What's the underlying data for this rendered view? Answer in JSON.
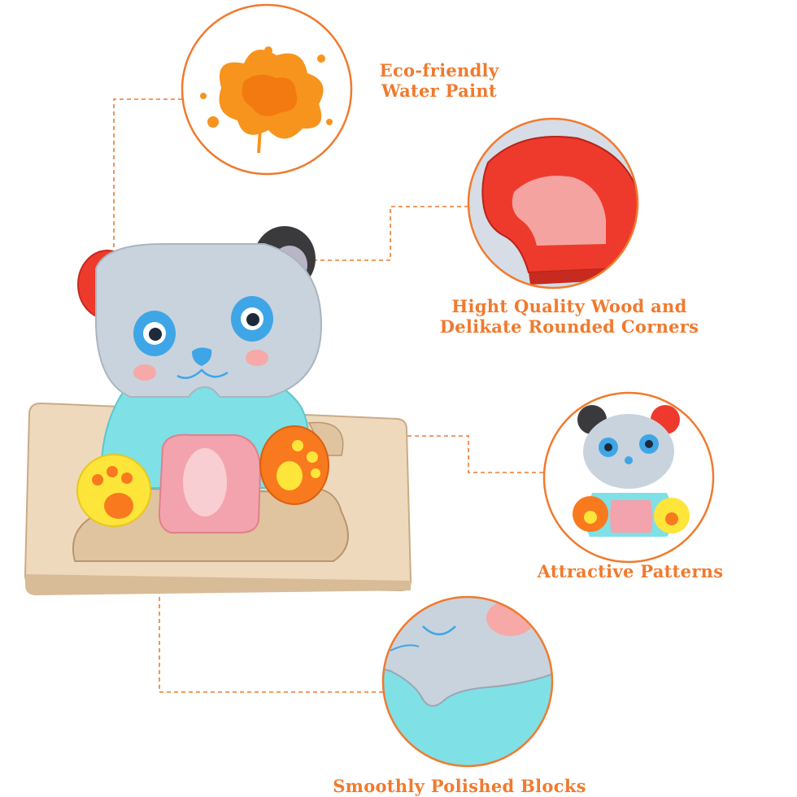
{
  "features": [
    {
      "id": "paint",
      "lines": [
        "Eco-friendly",
        "Water Paint"
      ]
    },
    {
      "id": "wood",
      "lines": [
        "Hight Quality Wood and",
        "Delikate Rounded Corners"
      ]
    },
    {
      "id": "patterns",
      "lines": [
        "Attractive Patterns"
      ]
    },
    {
      "id": "polished",
      "lines": [
        "Smoothly Polished Blocks"
      ]
    }
  ],
  "colors": {
    "accent": "#f07a2e",
    "panda_face": "#c9d3dd",
    "panda_body": "#7fe0e6",
    "panda_belly": "#f3a3ad",
    "ear_red": "#ee3a2c",
    "ear_dark": "#3a3a3c",
    "paw_yellow": "#fde53a",
    "paw_orange": "#f97a1e",
    "eye_blue": "#3ea6e6",
    "board_wood": "#f1dcc0"
  }
}
